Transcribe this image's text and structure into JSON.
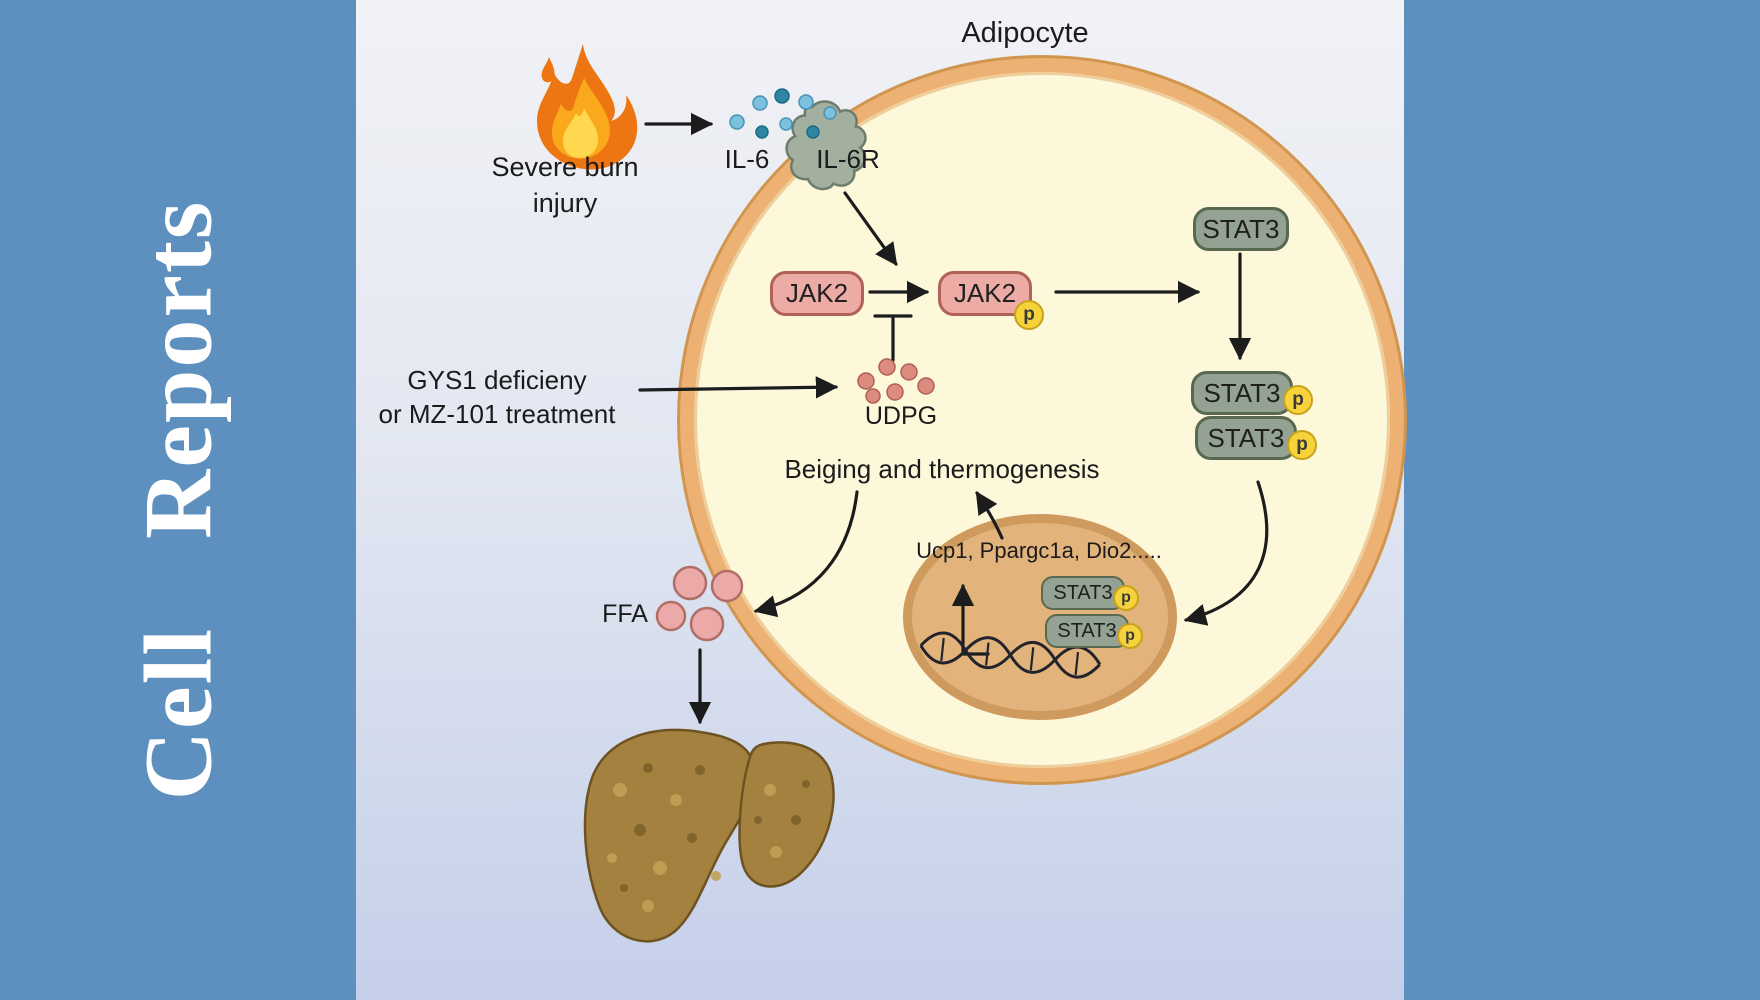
{
  "sidebar": {
    "title": "Cell Reports"
  },
  "cell": {
    "title": "Adipocyte"
  },
  "labels": {
    "stimulus": "Severe burn\ninjury",
    "il6": "IL-6",
    "il6r": "IL-6R",
    "jak2": "JAK2",
    "stat3": "STAT3",
    "phospho": "p",
    "intervention": "GYS1 deficieny\nor MZ-101 treatment",
    "udpg": "UDPG",
    "beiging": "Beiging and thermogenesis",
    "genes": "Ucp1, Ppargc1a, Dio2.....",
    "ffa": "FFA"
  },
  "colors": {
    "sidebar_blue": "#5d90bf",
    "panel_top": "#f1f2f6",
    "panel_bottom": "#c5cfe9",
    "cell_fill": "#fdf8da",
    "membrane": "#ecb173",
    "membrane_edge": "#d0954e",
    "nucleus_fill": "#cf9a5d",
    "nucleus_inner": "#e2b47c",
    "jak2_fill": "#ecaba5",
    "jak2_border": "#b06158",
    "stat3_fill": "#93a293",
    "stat3_border": "#586851",
    "phospho_fill": "#f7d33b",
    "phospho_border": "#c9a21b",
    "il6_light": "#7cc1de",
    "il6_dark": "#2f86a3",
    "udpg_dot": "#dc8b7f",
    "ffa_fill": "#eba9a8",
    "ffa_border": "#b06e67",
    "receptor_fill": "#a3b0a0",
    "receptor_border": "#6e7d6b",
    "arrow": "#1c1c1c",
    "fire_outer": "#ee7612",
    "fire_mid": "#fba91c",
    "fire_core": "#ffd84f",
    "dna": "#23232b",
    "liver_fill": "#a5813f",
    "liver_edge": "#6d5322",
    "text": "#1b1b1b"
  }
}
